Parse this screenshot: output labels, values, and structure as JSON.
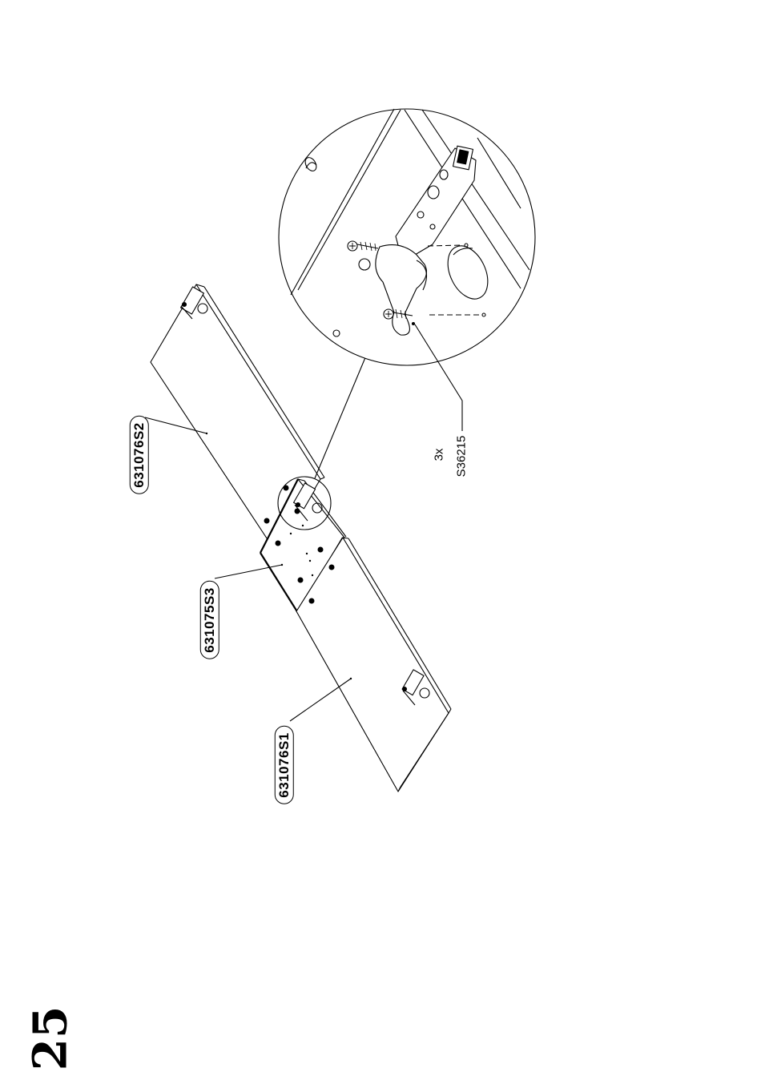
{
  "step": {
    "number": "25"
  },
  "parts": [
    {
      "code": "631076S2"
    },
    {
      "code": "631075S3"
    },
    {
      "code": "631076S1"
    }
  ],
  "hardware": {
    "quantity": "3x",
    "code": "S36215"
  }
}
